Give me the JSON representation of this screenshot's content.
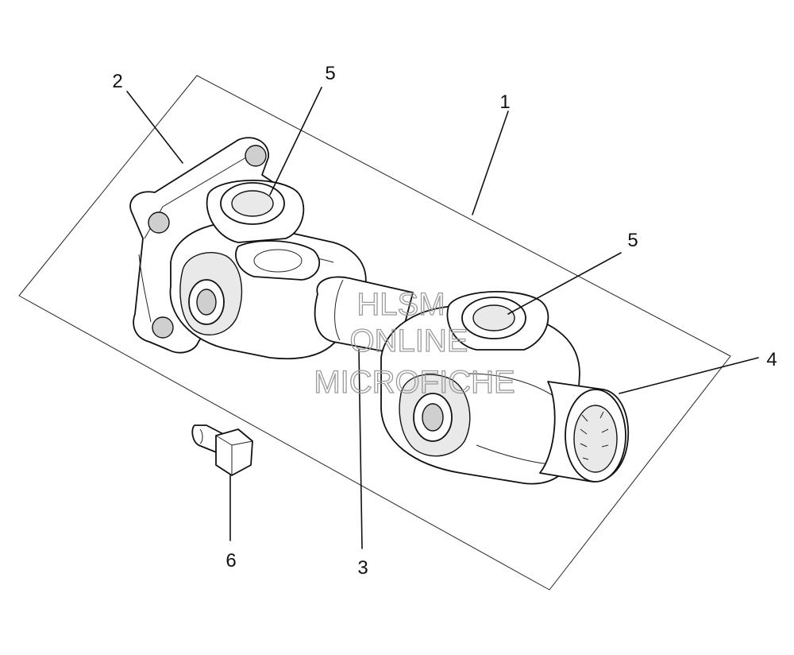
{
  "diagram": {
    "callouts": [
      {
        "id": "c1",
        "label": "1"
      },
      {
        "id": "c2",
        "label": "2"
      },
      {
        "id": "c3",
        "label": "3"
      },
      {
        "id": "c4",
        "label": "4"
      },
      {
        "id": "c5a",
        "label": "5"
      },
      {
        "id": "c5b",
        "label": "5"
      },
      {
        "id": "c6",
        "label": "6"
      }
    ]
  },
  "watermark": {
    "line1": "HLSM",
    "line2": "ONLINE",
    "line3": "MICROFICHE"
  }
}
